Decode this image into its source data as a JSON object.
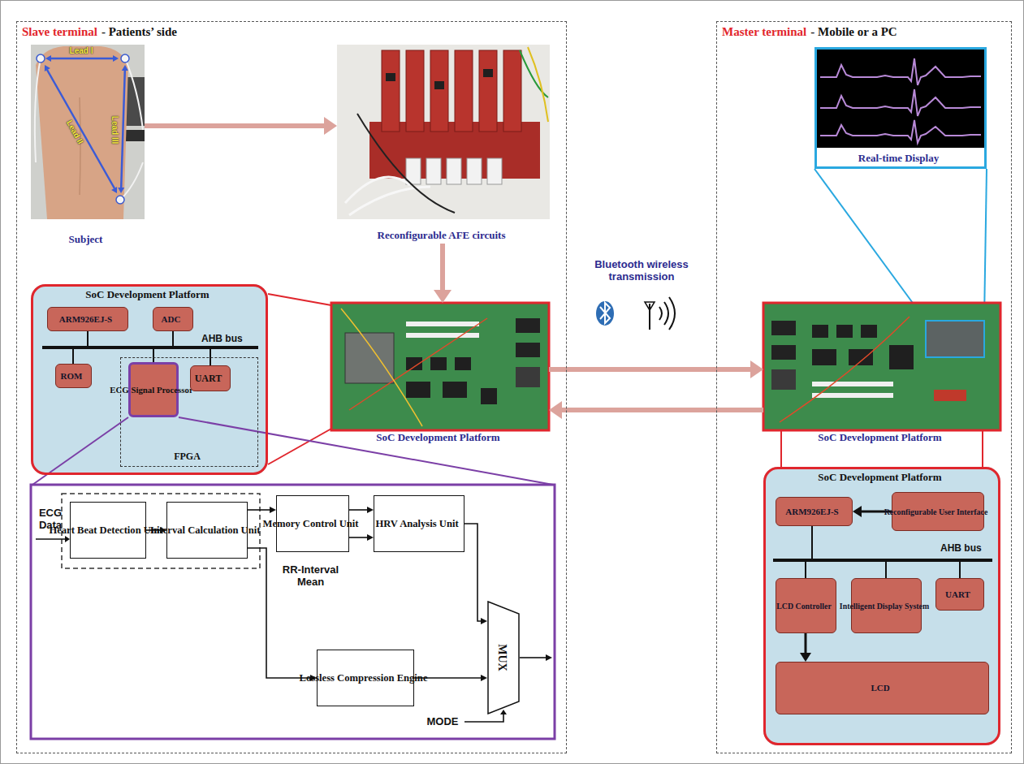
{
  "diagram": {
    "nodes": [
      {
        "text": [
          "Slave terminal",
          "- Patients’ side"
        ]
      },
      {
        "text": [
          "Subject"
        ],
        "in": 0
      },
      {
        "text": [
          "Reconfigurable AFE circuits"
        ],
        "in": 0
      },
      {
        "text": [
          "SoC Development Platform"
        ],
        "in": 0
      },
      {
        "text": [
          "ARM926EJ-S"
        ],
        "in": 3
      },
      {
        "text": [
          "ADC"
        ],
        "in": 3
      },
      {
        "text": [
          "ROM"
        ],
        "in": 3
      },
      {
        "text": [
          "FPGA"
        ],
        "in": 3
      },
      {
        "text": [
          "ECG Signal Processor"
        ],
        "in": 7
      },
      {
        "text": [
          "UART"
        ],
        "in": 7
      },
      {
        "text": [
          "SoC Development Platform"
        ],
        "in": 0
      },
      {
        "text": [
          "Heart Beat Detection Unit"
        ],
        "in": 0
      },
      {
        "text": [
          "Interval Calculation Unit"
        ],
        "in": 0
      },
      {
        "text": [
          "Memory Control Unit"
        ],
        "in": 0
      },
      {
        "text": [
          "HRV Analysis Unit"
        ],
        "in": 0
      },
      {
        "text": [
          "Lossless Compression Engine"
        ],
        "in": 0
      },
      {
        "text": [
          "MUX"
        ],
        "in": 0
      },
      {
        "text": [
          "Master terminal",
          "- Mobile or a PC"
        ]
      },
      {
        "text": [
          "Real-time Display"
        ],
        "in": 17
      },
      {
        "text": [
          "SoC Development Platform"
        ],
        "in": 17
      },
      {
        "text": [
          "SoC Development Platform"
        ],
        "in": 17
      },
      {
        "text": [
          "ARM926EJ-S"
        ],
        "in": 20
      },
      {
        "text": [
          "Reconfigurable User Interface"
        ],
        "in": 20
      },
      {
        "text": [
          "LCD Controller"
        ],
        "in": 20
      },
      {
        "text": [
          "Intelligent Display System"
        ],
        "in": 20
      },
      {
        "text": [
          "UART"
        ],
        "in": 20
      },
      {
        "text": [
          "LCD"
        ],
        "in": 20
      }
    ],
    "edges": [
      {
        "from": 1,
        "to": 2,
        "arrow": "to"
      },
      {
        "from": 2,
        "to": 10,
        "arrow": "to"
      },
      {
        "from": 10,
        "to": 19,
        "arrow": "to"
      },
      {
        "from": 19,
        "to": 10,
        "arrow": "to"
      },
      {
        "from": 11,
        "to": 12,
        "arrow": "to"
      },
      {
        "from": 12,
        "to": 13,
        "arrow": "to"
      },
      {
        "from": 13,
        "to": 14,
        "arrow": "to"
      },
      {
        "from": 13,
        "to": 14,
        "arrow": "to"
      },
      {
        "from": 14,
        "to": 16,
        "arrow": "to"
      },
      {
        "from": 12,
        "to": 15,
        "arrow": "to"
      },
      {
        "from": 15,
        "to": 16,
        "arrow": "to"
      },
      {
        "from": 22,
        "to": 21,
        "arrow": "to"
      },
      {
        "from": 23,
        "to": 26,
        "arrow": "to"
      }
    ],
    "labels": [
      "Lead I",
      "Lead II",
      "Lead III",
      "AHB bus",
      "ECG Data",
      "RR-Interval Mean",
      "MODE",
      "Bluetooth wireless transmission",
      "AHB bus"
    ]
  }
}
